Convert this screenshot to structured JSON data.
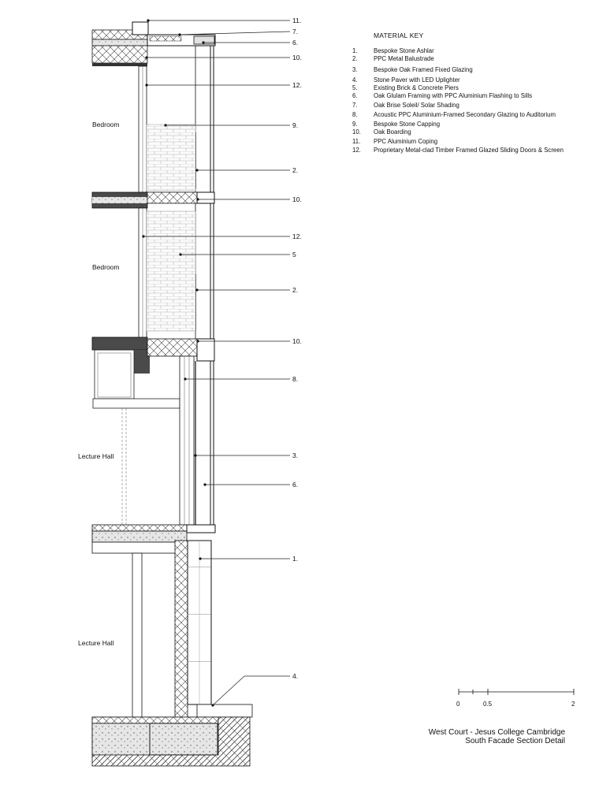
{
  "rooms": [
    {
      "label": "Bedroom",
      "pos": "upper"
    },
    {
      "label": "Bedroom",
      "pos": "middle"
    },
    {
      "label": "Lecture Hall",
      "pos": "lower-upper"
    },
    {
      "label": "Lecture Hall",
      "pos": "lower"
    }
  ],
  "callouts": [
    "11.",
    "7.",
    "6.",
    "10.",
    "12.",
    "9.",
    "2.",
    "10.",
    "12.",
    "5",
    "2.",
    "10.",
    "8.",
    "3.",
    "6.",
    "1.",
    "4."
  ],
  "material_key": {
    "title": "MATERIAL KEY",
    "items": [
      {
        "num": "1.",
        "text": "Bespoke Stone Ashlar"
      },
      {
        "num": "2.",
        "text": "PPC Metal Balustrade"
      },
      {
        "num": "3.",
        "text": "Bespoke Oak Framed Fixed Glazing"
      },
      {
        "num": "4.",
        "text": "Stone Paver with LED Uplighter"
      },
      {
        "num": "5.",
        "text": "Existing Brick & Concrete Piers"
      },
      {
        "num": "6.",
        "text": "Oak Glulam Framing with PPC Aluminium Flashing to Sills"
      },
      {
        "num": "7.",
        "text": "Oak Brise Soleil/ Solar Shading"
      },
      {
        "num": "8.",
        "text": "Acoustic PPC Aluminium-Framed Secondary Glazing to Auditorium"
      },
      {
        "num": "9.",
        "text": "Bespoke Stone Capping"
      },
      {
        "num": "10.",
        "text": "Oak Boarding"
      },
      {
        "num": "11.",
        "text": "PPC Aluminium Coping"
      },
      {
        "num": "12.",
        "text": "Proprietary Metal-clad Timber Framed Glazed Sliding Doors & Screen"
      }
    ]
  },
  "scale_bar": {
    "labels": [
      "0",
      "0.5",
      "2"
    ]
  },
  "title_block": {
    "line1": "West Court - Jesus College Cambridge",
    "line2": "South Facade Section Detail"
  }
}
